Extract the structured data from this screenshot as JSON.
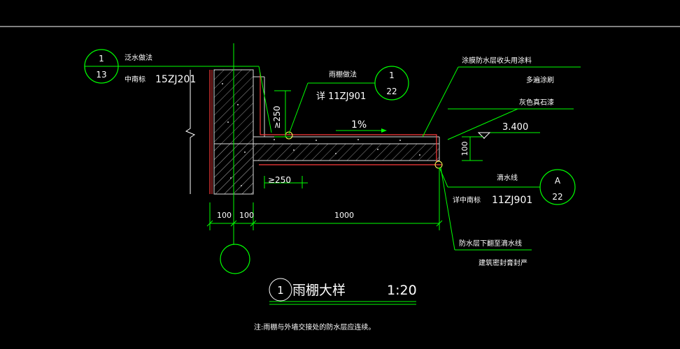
{
  "colors": {
    "background": "#000000",
    "line_green": "#00ff00",
    "text_white": "#ffffff",
    "wall_red": "#ff3b3b",
    "hatch_gray": "#9a9a9a"
  },
  "refs": {
    "flashing_note": "泛水做法",
    "flashing_std": "中南标",
    "flashing_code": "15ZJ201",
    "flashing_num": "1",
    "flashing_sheet": "13",
    "canopy_note": "雨棚做法",
    "canopy_code": "详 11ZJ901",
    "canopy_num": "1",
    "canopy_sheet": "22",
    "drip_note": "滴水线",
    "drip_std": "详中南标",
    "drip_code": "11ZJ901",
    "drip_num": "A",
    "drip_sheet": "22"
  },
  "annotations": {
    "coating_head": "涂膜防水层收头用涂料",
    "coating_layers": "多遍涂刷",
    "stone_finish": "灰色真石漆",
    "elevation": "3.400",
    "slope": "1%",
    "waterproof_down": "防水层下翻至滴水线",
    "seal_gap": "建筑密封膏封严"
  },
  "dimensions": {
    "upturn": "≥250",
    "underside": "≥250",
    "edge_height": "100",
    "wall_left": "100",
    "wall_right": "100",
    "span": "1000"
  },
  "title": {
    "num": "1",
    "text": "雨棚大样",
    "scale": "1:20"
  },
  "note": "注:雨棚与外墙交接处的防水层应连续。"
}
